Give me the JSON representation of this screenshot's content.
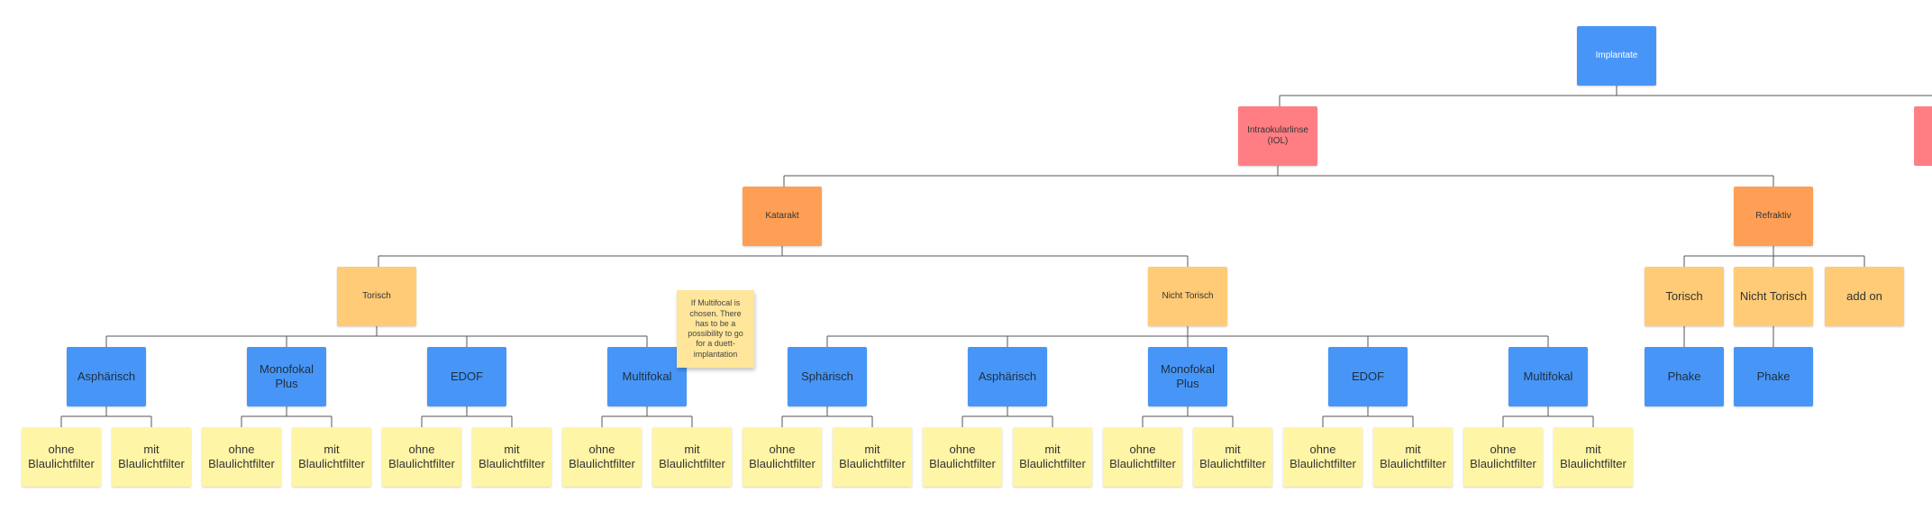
{
  "nodes": {
    "implantate": "Implantate",
    "iol": "Intraokularlinse (IOL)",
    "katarakt": "Katarakt",
    "refraktiv": "Refraktiv",
    "torisch": "Torisch",
    "nicht_torisch": "Nicht Torisch",
    "r_torisch": "Torisch",
    "r_nicht_torisch": "Nicht Torisch",
    "r_addon": "add on",
    "phake1": "Phake",
    "phake2": "Phake",
    "t_asphaerisch": "Asphärisch",
    "t_monofokal_plus": "Monofokal Plus",
    "t_edof": "EDOF",
    "t_multifokal": "Multifokal",
    "n_sphaerisch": "Sphärisch",
    "n_asphaerisch": "Asphärisch",
    "n_monofokal_plus": "Monofokal Plus",
    "n_edof": "EDOF",
    "n_multifokal": "Multifokal"
  },
  "filter_labels": {
    "ohne": "ohne Blaulichtfilter",
    "mit": "mit Blaulichtfilter"
  },
  "note": "If Multifocal is chosen. There has to be a possibility to go for a duett-implantation",
  "colors": {
    "blue": "#4796f7",
    "red": "#ff7e83",
    "orange": "#ff9f55",
    "peach": "#ffcb76",
    "yellow": "#fff5a6",
    "note": "#ffe69a",
    "connector": "#555555"
  }
}
